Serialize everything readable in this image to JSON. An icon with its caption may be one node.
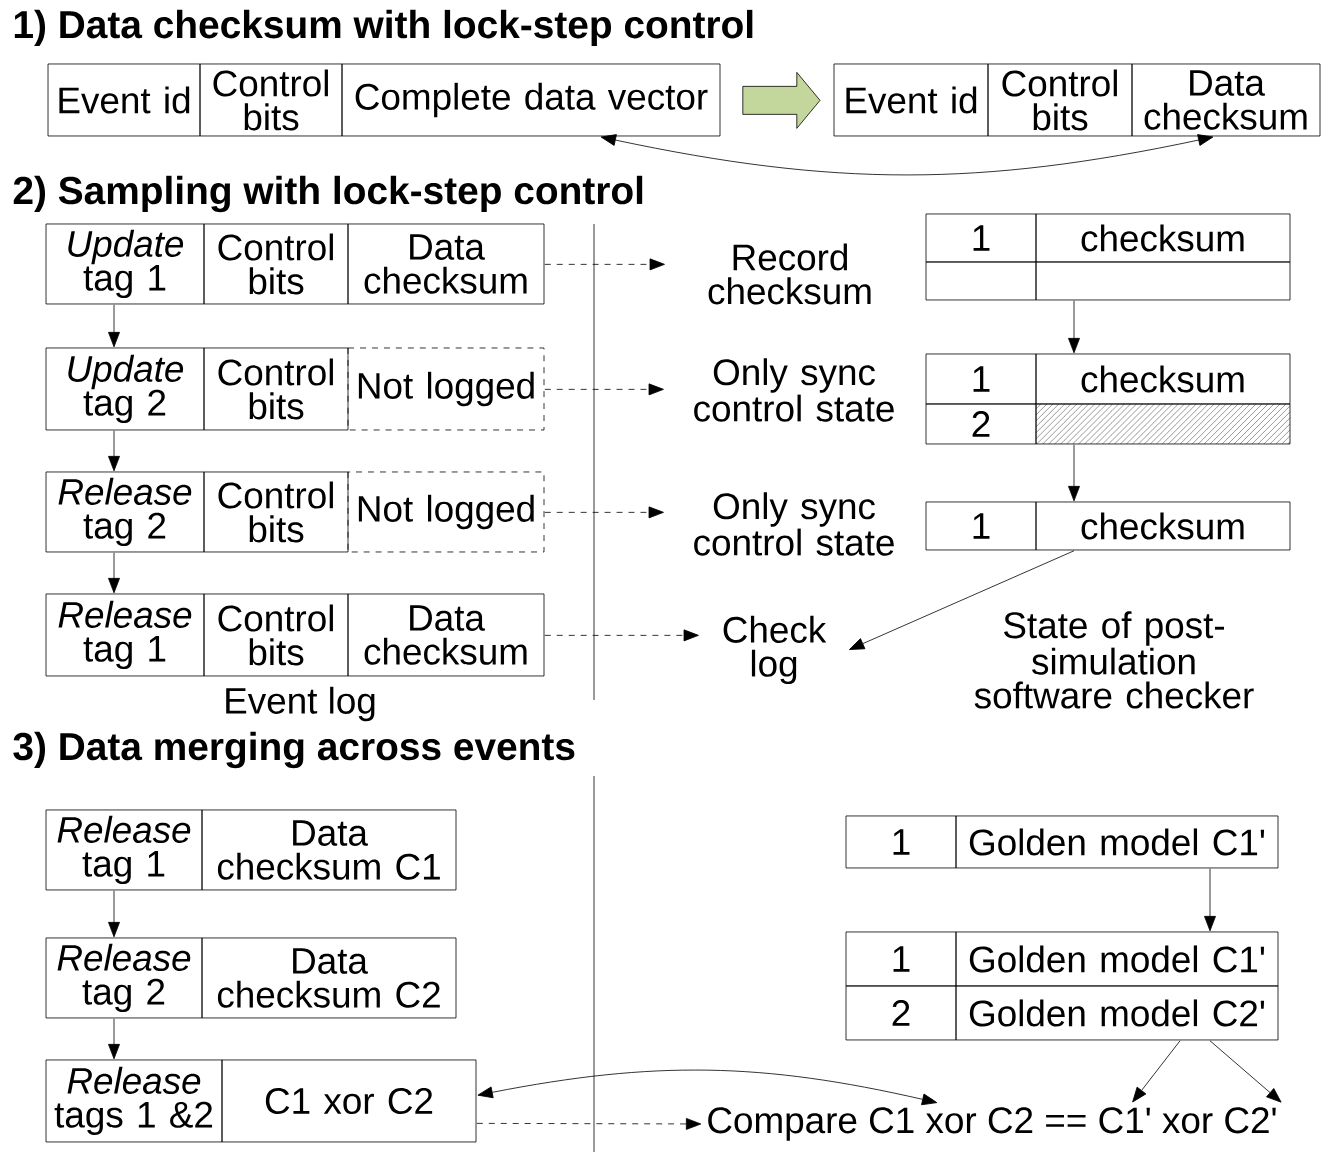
{
  "diagram": {
    "nodes": [
      {
        "text": [
          "Event id",
          "Control bits",
          "Complete data vector"
        ]
      },
      {
        "text": [
          "Event id",
          "Control bits",
          "Data checksum"
        ]
      },
      {
        "text": [
          "*Update* tag 1",
          "Control bits",
          "Data checksum"
        ]
      },
      {
        "text": [
          "*Update* tag 2",
          "Control bits",
          "Not logged"
        ]
      },
      {
        "text": [
          "*Release* tag 2",
          "Control bits",
          "Not logged"
        ]
      },
      {
        "text": [
          "*Release* tag 1",
          "Control bits",
          "Data checksum"
        ]
      },
      {
        "text": [
          "Record checksum"
        ]
      },
      {
        "text": [
          "Only sync control state"
        ]
      },
      {
        "text": [
          "Only sync control state"
        ]
      },
      {
        "text": [
          "Check log"
        ]
      },
      {
        "text": [
          "1",
          "checksum"
        ]
      },
      {
        "text": [
          "1",
          "checksum",
          "2"
        ]
      },
      {
        "text": [
          "1",
          "checksum"
        ]
      },
      {
        "text": [
          "*Release* tag 1",
          "Data checksum C1"
        ]
      },
      {
        "text": [
          "*Release* tag 2",
          "Data checksum C2"
        ]
      },
      {
        "text": [
          "*Release* tags 1 &2",
          "C1 xor C2"
        ]
      },
      {
        "text": [
          "1",
          "Golden model C1'"
        ]
      },
      {
        "text": [
          "1",
          "Golden model C1'",
          "2",
          "Golden model C2'"
        ]
      },
      {
        "text": [
          "Compare C1 xor C2 == C1' xor C2'"
        ]
      }
    ],
    "edges": [
      {
        "from": 0,
        "to": 1,
        "arrow": "to",
        "style": "thick",
        "color": "#c3d69b"
      },
      {
        "from": 0,
        "to": 1,
        "arrow": "both"
      },
      {
        "from": 2,
        "to": 3,
        "arrow": "to"
      },
      {
        "from": 3,
        "to": 4,
        "arrow": "to"
      },
      {
        "from": 4,
        "to": 5,
        "arrow": "to"
      },
      {
        "from": 2,
        "to": 6,
        "arrow": "to",
        "style": "dashed"
      },
      {
        "from": 3,
        "to": 7,
        "arrow": "to",
        "style": "dashed"
      },
      {
        "from": 4,
        "to": 8,
        "arrow": "to",
        "style": "dashed"
      },
      {
        "from": 5,
        "to": 9,
        "arrow": "to",
        "style": "dashed"
      },
      {
        "from": 10,
        "to": 11,
        "arrow": "to"
      },
      {
        "from": 11,
        "to": 12,
        "arrow": "to"
      },
      {
        "from": 12,
        "to": 9,
        "arrow": "to"
      },
      {
        "from": 13,
        "to": 14,
        "arrow": "to"
      },
      {
        "from": 14,
        "to": 15,
        "arrow": "to"
      },
      {
        "from": 16,
        "to": 17,
        "arrow": "to"
      },
      {
        "from": 15,
        "to": 18,
        "arrow": "to",
        "style": "dashed"
      },
      {
        "from": 15,
        "to": 18,
        "arrow": "both"
      },
      {
        "from": 17,
        "to": 18,
        "arrow": "to"
      },
      {
        "from": 17,
        "to": 18,
        "arrow": "to"
      }
    ],
    "labels": [
      "1) Data checksum with lock-step control",
      "2) Sampling with lock-step control",
      "State of post-simulation software checker",
      "Event log",
      "3) Data merging across events"
    ]
  }
}
